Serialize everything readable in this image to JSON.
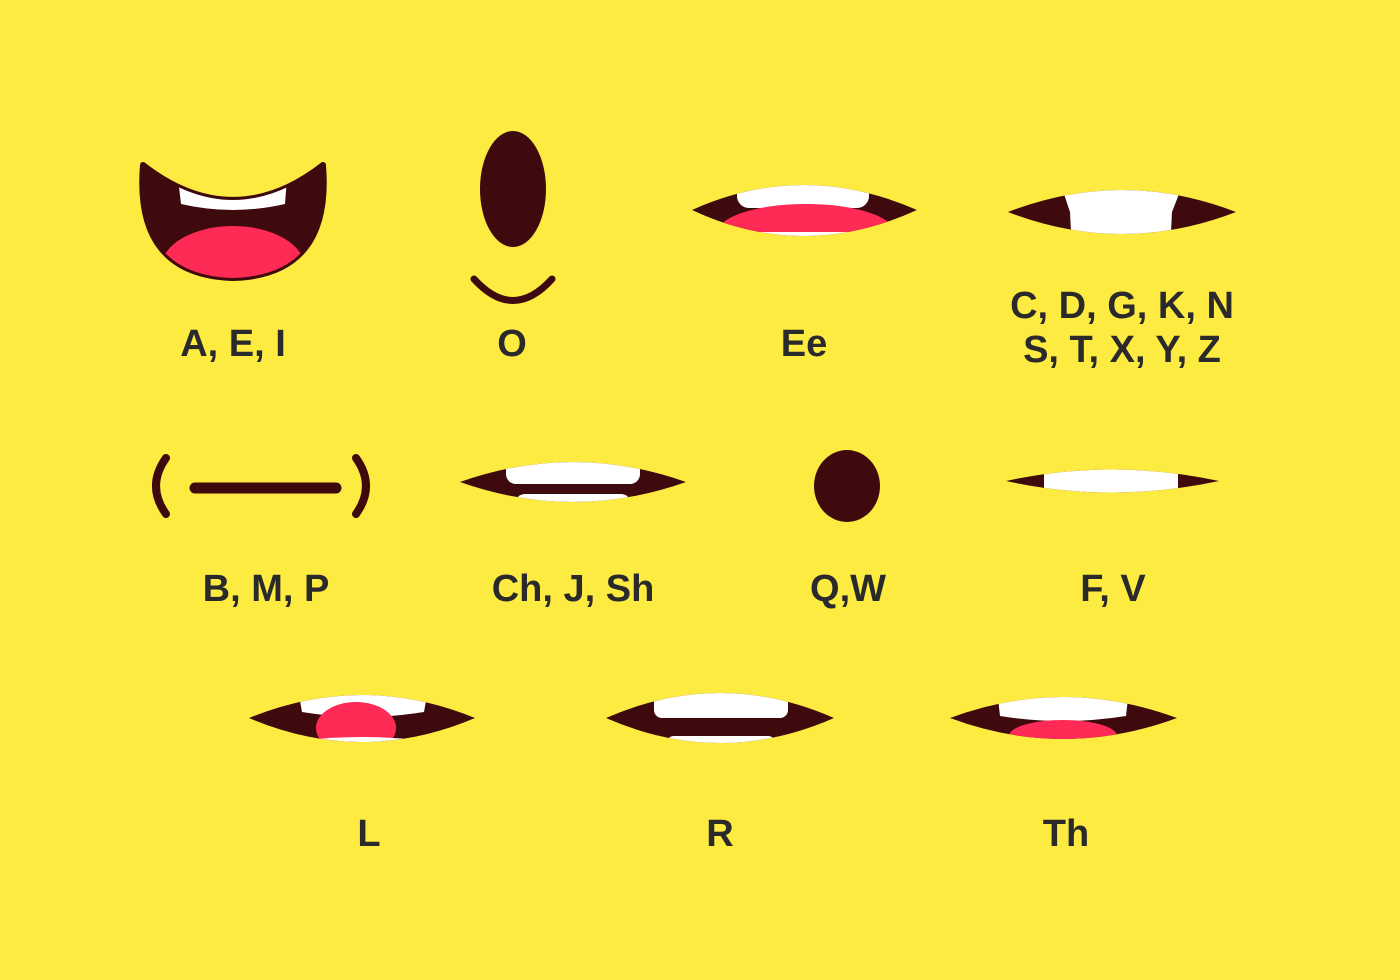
{
  "colors": {
    "background": "#FEEB42",
    "mouth_interior": "#3E0A0E",
    "teeth": "#FFFFFF",
    "tongue": "#FF2A55",
    "label_text": "#2A2A2A"
  },
  "visemes": [
    {
      "id": "aei",
      "label": "A, E, I",
      "mouth": "wide-open-smile"
    },
    {
      "id": "o",
      "label": "O",
      "mouth": "tall-oval"
    },
    {
      "id": "ee",
      "label": "Ee",
      "mouth": "open-teeth-tongue"
    },
    {
      "id": "cdgk",
      "label_lines": [
        "C, D, G, K, N",
        "S, T, X, Y, Z"
      ],
      "mouth": "clenched-teeth"
    },
    {
      "id": "bmp",
      "label": "B, M, P",
      "mouth": "closed-lips"
    },
    {
      "id": "chj",
      "label": "Ch, J, Sh",
      "mouth": "teeth-parted"
    },
    {
      "id": "qw",
      "label": "Q,W",
      "mouth": "small-round"
    },
    {
      "id": "fv",
      "label": "F, V",
      "mouth": "lip-bite"
    },
    {
      "id": "l",
      "label": "L",
      "mouth": "tongue-up"
    },
    {
      "id": "r",
      "label": "R",
      "mouth": "square-teeth"
    },
    {
      "id": "th",
      "label": "Th",
      "mouth": "tongue-between-teeth"
    }
  ]
}
